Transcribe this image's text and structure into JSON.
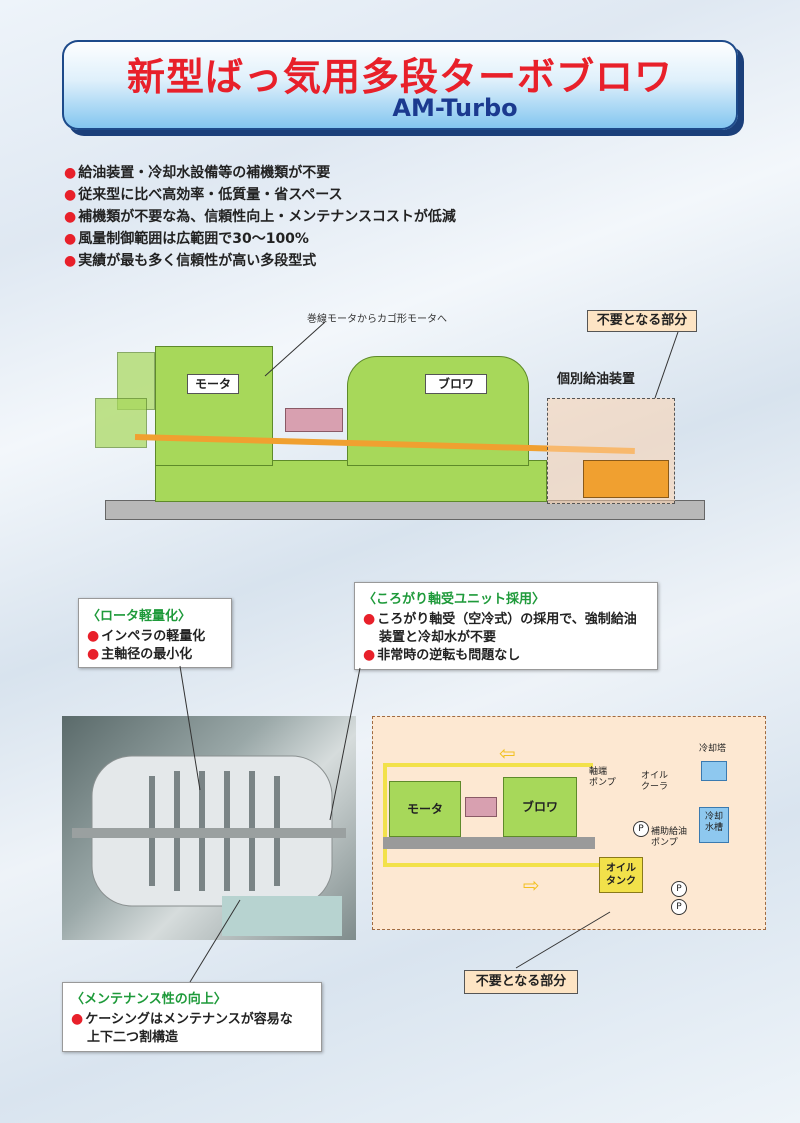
{
  "header": {
    "title": "新型ばっ気用多段ターボブロワ",
    "subtitle": "AM-Turbo"
  },
  "features": [
    "給油装置・冷却水設備等の補機類が不要",
    "従来型に比べ高効率・低質量・省スペース",
    "補機類が不要な為、信頼性向上・メンテナンスコストが低減",
    "風量制御範囲は広範囲で30～100%",
    "実績が最も多く信頼性が高い多段型式"
  ],
  "diagram": {
    "motor_label": "モータ",
    "blower_label": "ブロワ",
    "motor_note": "巻線モータからカゴ形モータへ",
    "unneeded_label": "不要となる部分",
    "oil_unit_label": "個別給油装置"
  },
  "callouts": {
    "rotor": {
      "heading": "〈ロータ軽量化〉",
      "items": [
        "インペラの軽量化",
        "主軸径の最小化"
      ]
    },
    "bearing": {
      "heading": "〈ころがり軸受ユニット採用〉",
      "items": [
        "ころがり軸受（空冷式）の採用で、強制給油",
        "装置と冷却水が不要",
        "非常時の逆転も問題なし"
      ]
    },
    "maintenance": {
      "heading": "〈メンテナンス性の向上〉",
      "items": [
        "ケーシングはメンテナンスが容易な",
        "上下二つ割構造"
      ]
    }
  },
  "schematic": {
    "motor": "モータ",
    "blower": "ブロワ",
    "bearing_pump": "軸端\nポンプ",
    "oil_cooler": "オイル\nクーラ",
    "cooling_tower": "冷却塔",
    "water_tank": "冷却\n水槽",
    "aux_pump": "補助給油\nポンプ",
    "oil_tank": "オイル\nタンク",
    "pump_symbol": "P",
    "unneeded_label": "不要となる部分"
  },
  "colors": {
    "red": "#e8202a",
    "navy": "#1b3a8f",
    "green": "#a7d85a",
    "orange": "#f0a030",
    "callout_green": "#1e9a3a"
  }
}
